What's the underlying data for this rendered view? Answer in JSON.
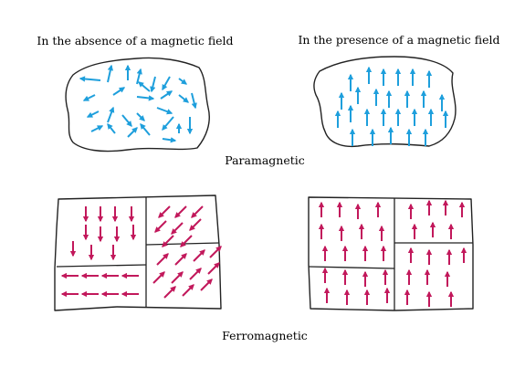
{
  "labels": {
    "absence": "In the absence of a magnetic field",
    "presence": "In the presence of a magnetic field",
    "paramagnetic": "Paramagnetic",
    "ferromagnetic": "Ferromagnetic"
  },
  "colors": {
    "paramagnetic_arrow": "#1e9fdc",
    "ferromagnetic_arrow": "#c2185b",
    "outline": "#222222"
  }
}
